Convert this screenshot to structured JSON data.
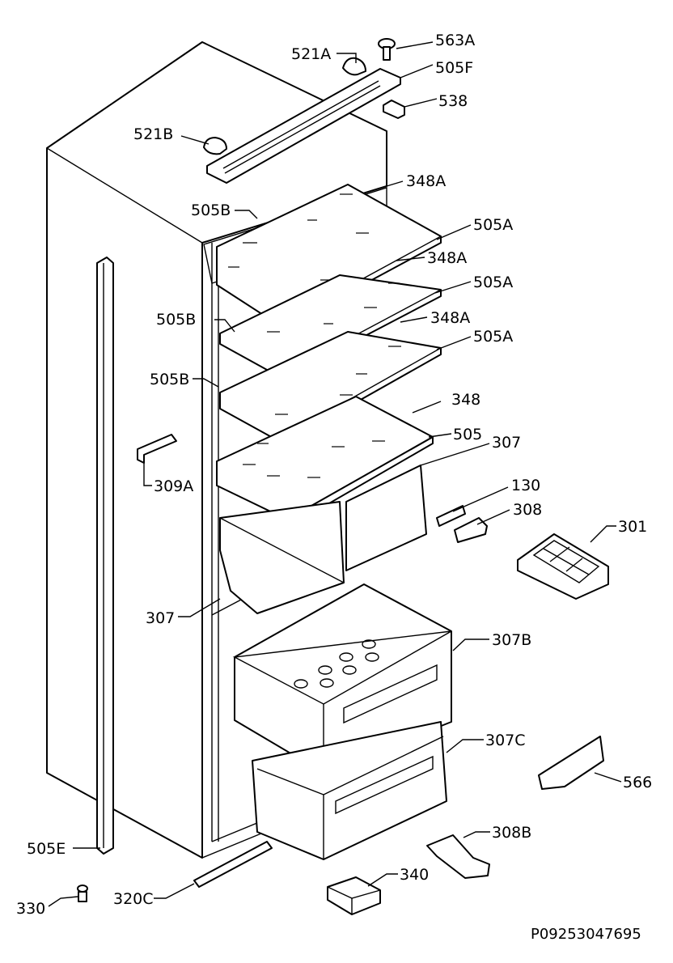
{
  "diagram_code": "P09253047695",
  "labels": {
    "l_563A": "563A",
    "l_521A": "521A",
    "l_505F": "505F",
    "l_538": "538",
    "l_521B": "521B",
    "l_348A_1": "348A",
    "l_505B_1": "505B",
    "l_505A_1": "505A",
    "l_348A_2": "348A",
    "l_505A_2": "505A",
    "l_505B_2": "505B",
    "l_348A_3": "348A",
    "l_505A_3": "505A",
    "l_505B_3": "505B",
    "l_348": "348",
    "l_505": "505",
    "l_307_top": "307",
    "l_309A": "309A",
    "l_130": "130",
    "l_308": "308",
    "l_301": "301",
    "l_307_left": "307",
    "l_307B": "307B",
    "l_307C": "307C",
    "l_566": "566",
    "l_505E": "505E",
    "l_308B": "308B",
    "l_340": "340",
    "l_330": "330",
    "l_320C": "320C"
  }
}
